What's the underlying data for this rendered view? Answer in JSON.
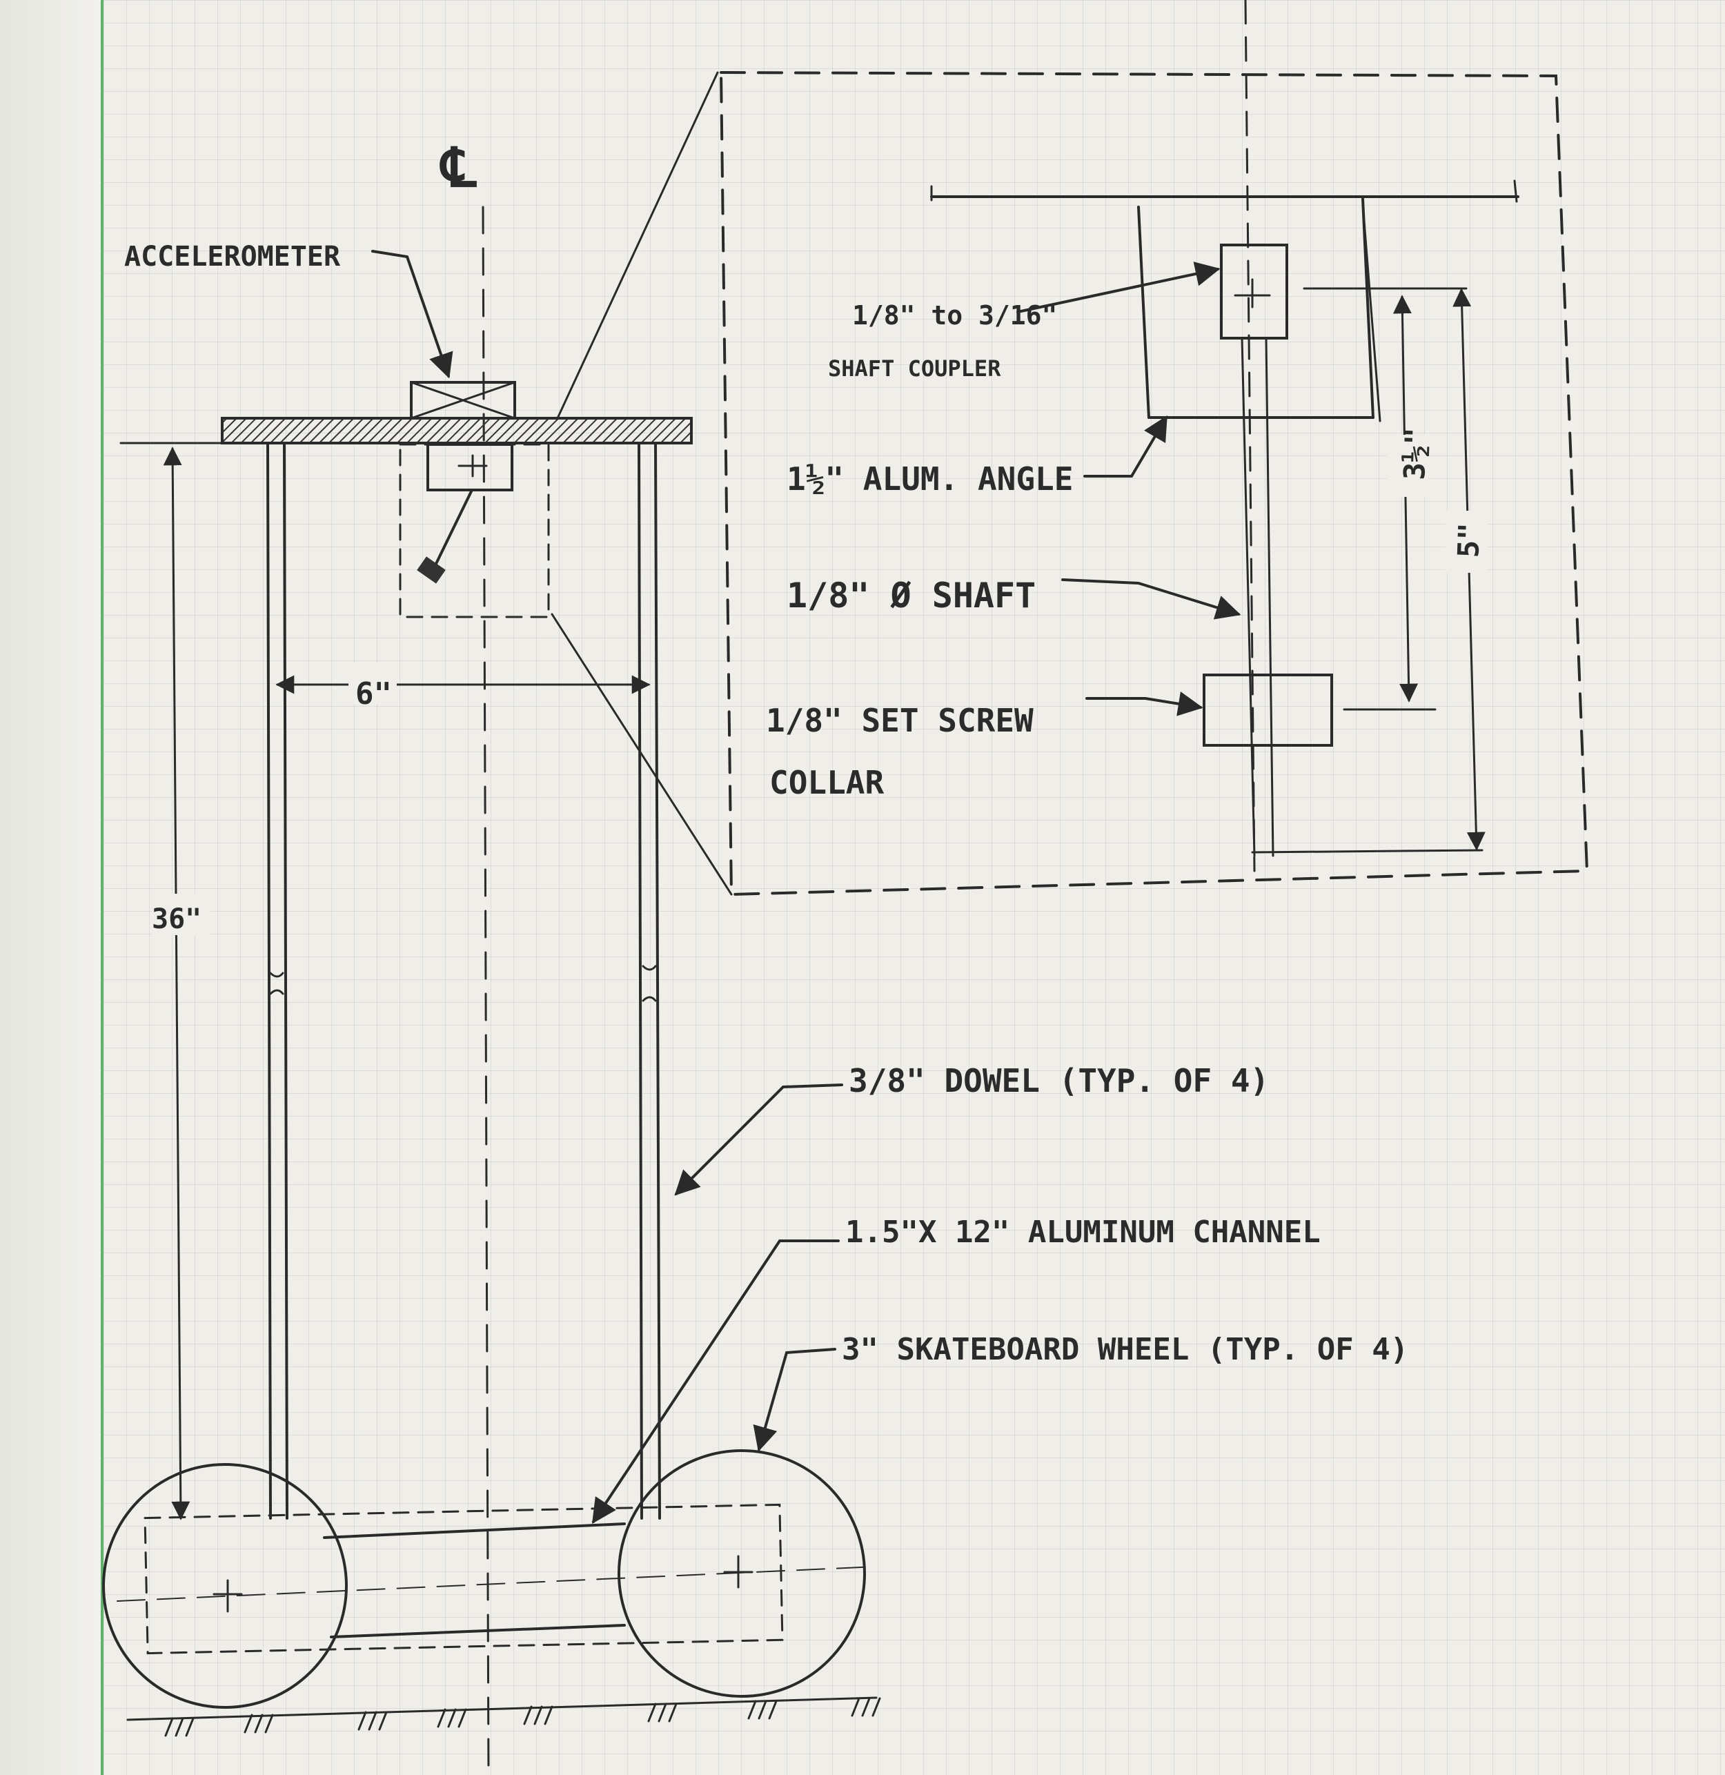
{
  "labels": {
    "centerline_symbol": "℄",
    "accelerometer": "ACCELEROMETER",
    "width_6": "6\"",
    "height_36": "36\"",
    "dowel": "3/8\" DOWEL (TYP. OF 4)",
    "channel": "1.5\"X 12\" ALUMINUM CHANNEL",
    "wheel": "3\" SKATEBOARD WHEEL (TYP. OF 4)",
    "coupler_line1": "1/8\" to 3/16\"",
    "coupler_line2": "SHAFT COUPLER",
    "alum_angle": "1½\" ALUM. ANGLE",
    "shaft": "1/8\" Ø SHAFT",
    "collar_line1": "1/8\"  SET SCREW",
    "collar_line2": "COLLAR",
    "dim_3_5": "3½\"",
    "dim_5": "5\""
  },
  "colors": {
    "paper": "#efeee9",
    "pencil": "#2a2a2a",
    "margin_line": "#5fb26a"
  }
}
